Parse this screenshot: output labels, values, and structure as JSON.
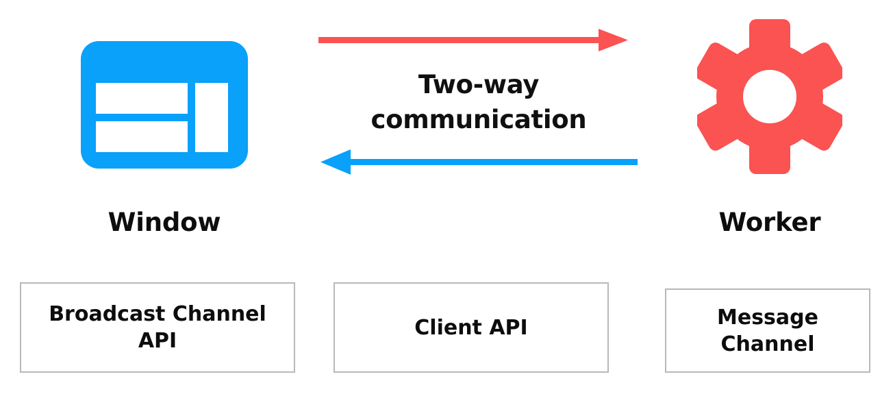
{
  "diagram": {
    "title": "Two-way communication between Window and Worker",
    "background": "#ffffff",
    "colors": {
      "window_blue": "#09A1FA",
      "worker_red": "#FB5252",
      "arrow_red": "#FB5252",
      "arrow_blue": "#09A1FA",
      "box_border": "#b8b8b8",
      "text": "#0d0d0d"
    },
    "nodes": [
      {
        "id": "window",
        "caption": "Window",
        "icon": "window-icon",
        "icon_color": "#09A1FA"
      },
      {
        "id": "worker",
        "caption": "Worker",
        "icon": "gear-icon",
        "icon_color": "#FB5252"
      }
    ],
    "connector": {
      "label_line1": "Two-way",
      "label_line2": "communication",
      "arrows": [
        {
          "id": "window-to-worker",
          "direction": "right",
          "color": "#FB5252",
          "from": "window",
          "to": "worker"
        },
        {
          "id": "worker-to-window",
          "direction": "left",
          "color": "#09A1FA",
          "from": "worker",
          "to": "window"
        }
      ]
    },
    "api_boxes": [
      {
        "id": "broadcast-channel-api",
        "label": "Broadcast Channel API"
      },
      {
        "id": "client-api",
        "label": "Client API"
      },
      {
        "id": "message-channel",
        "label": "Message Channel"
      }
    ]
  }
}
